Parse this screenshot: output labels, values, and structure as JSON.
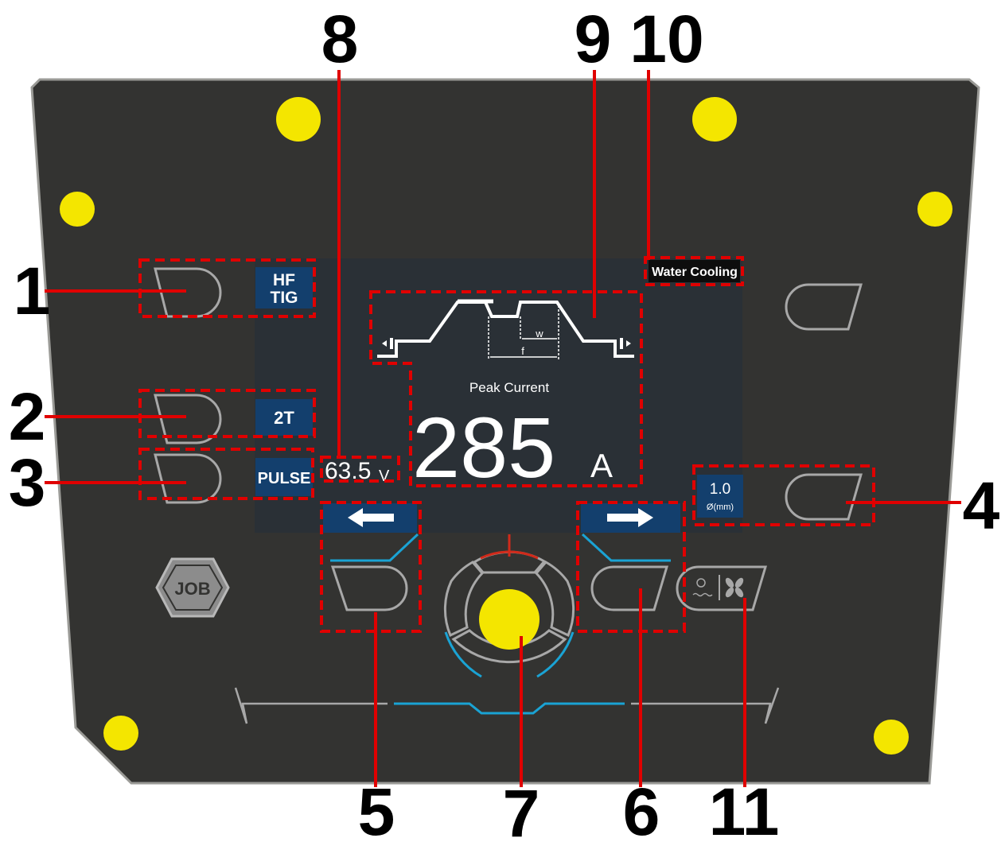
{
  "callouts": [
    "1",
    "2",
    "3",
    "4",
    "5",
    "6",
    "7",
    "8",
    "9",
    "10",
    "11"
  ],
  "panel": {
    "job_icon_label": "JOB"
  },
  "display": {
    "mode_tag_line1": "HF",
    "mode_tag_line2": "TIG",
    "trigger_tag": "2T",
    "pulse_tag": "PULSE",
    "voltage_value": "63.5",
    "voltage_unit": "V",
    "cooling_badge": "Water Cooling",
    "parameter_name": "Peak Current",
    "current_value": "285",
    "current_unit": "A",
    "wire_diameter": "1.0",
    "wire_diameter_unit": "Ø(mm)",
    "waveform_w_label": "w",
    "waveform_f_label": "f"
  },
  "colors": {
    "panel": "#333331",
    "panel_border": "#9a9a96",
    "lcd": "#2a3036",
    "tag_blue": "#133f6d",
    "callout_red": "#e00000",
    "screw_yellow": "#f4e600",
    "accent_blue": "#1aa3d4",
    "accent_red": "#d12a1a",
    "outline_gray": "#a8a8a8"
  }
}
